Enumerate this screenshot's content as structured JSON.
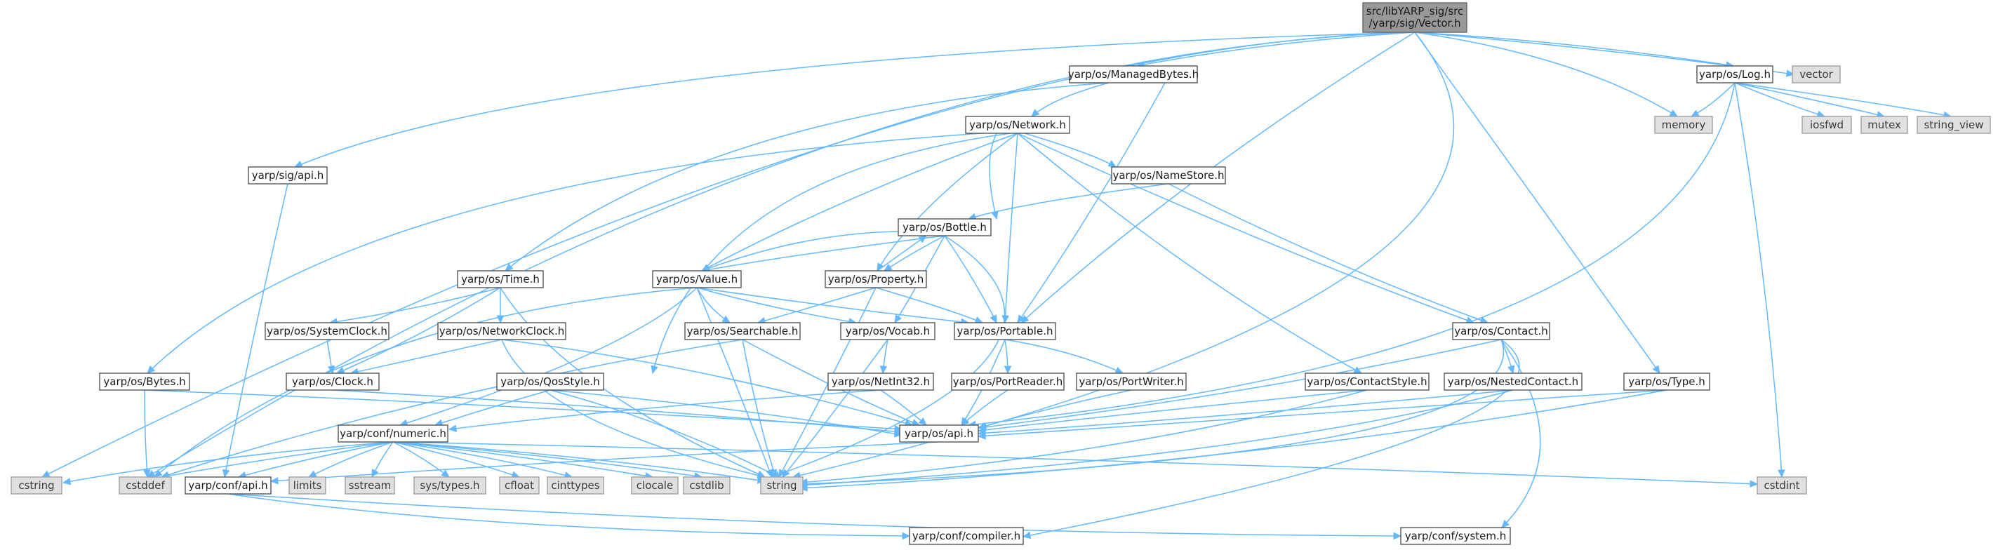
{
  "graph": {
    "colors": {
      "edge": "#63b8ff",
      "node_border": "#555555",
      "system_fill": "#e0e0e0",
      "root_fill": "#999999"
    },
    "nodes": {
      "root": [
        "src/libYARP_sig/src",
        "/yarp/sig/Vector.h"
      ],
      "managedbytes": "yarp/os/ManagedBytes.h",
      "log": "yarp/os/Log.h",
      "vector": "vector",
      "memory": "memory",
      "iosfwd": "iosfwd",
      "mutex": "mutex",
      "string_view": "string_view",
      "network": "yarp/os/Network.h",
      "sigapi": "yarp/sig/api.h",
      "namestore": "yarp/os/NameStore.h",
      "bottle": "yarp/os/Bottle.h",
      "time": "yarp/os/Time.h",
      "value": "yarp/os/Value.h",
      "property": "yarp/os/Property.h",
      "systemclock": "yarp/os/SystemClock.h",
      "networkclock": "yarp/os/NetworkClock.h",
      "searchable": "yarp/os/Searchable.h",
      "vocab": "yarp/os/Vocab.h",
      "portable": "yarp/os/Portable.h",
      "contact": "yarp/os/Contact.h",
      "bytes": "yarp/os/Bytes.h",
      "clock": "yarp/os/Clock.h",
      "qosstyle": "yarp/os/QosStyle.h",
      "netint32": "yarp/os/NetInt32.h",
      "portreader": "yarp/os/PortReader.h",
      "portwriter": "yarp/os/PortWriter.h",
      "contactstyle": "yarp/os/ContactStyle.h",
      "nestedcontact": "yarp/os/NestedContact.h",
      "type": "yarp/os/Type.h",
      "numeric": "yarp/conf/numeric.h",
      "osapi": "yarp/os/api.h",
      "cstring": "cstring",
      "cstddef": "cstddef",
      "confapi": "yarp/conf/api.h",
      "limits": "limits",
      "sstream": "sstream",
      "systypes": "sys/types.h",
      "cfloat": "cfloat",
      "cinttypes": "cinttypes",
      "clocale": "clocale",
      "cstdlib": "cstdlib",
      "string": "string",
      "cstdint": "cstdint",
      "compiler": "yarp/conf/compiler.h",
      "system": "yarp/conf/system.h"
    }
  }
}
